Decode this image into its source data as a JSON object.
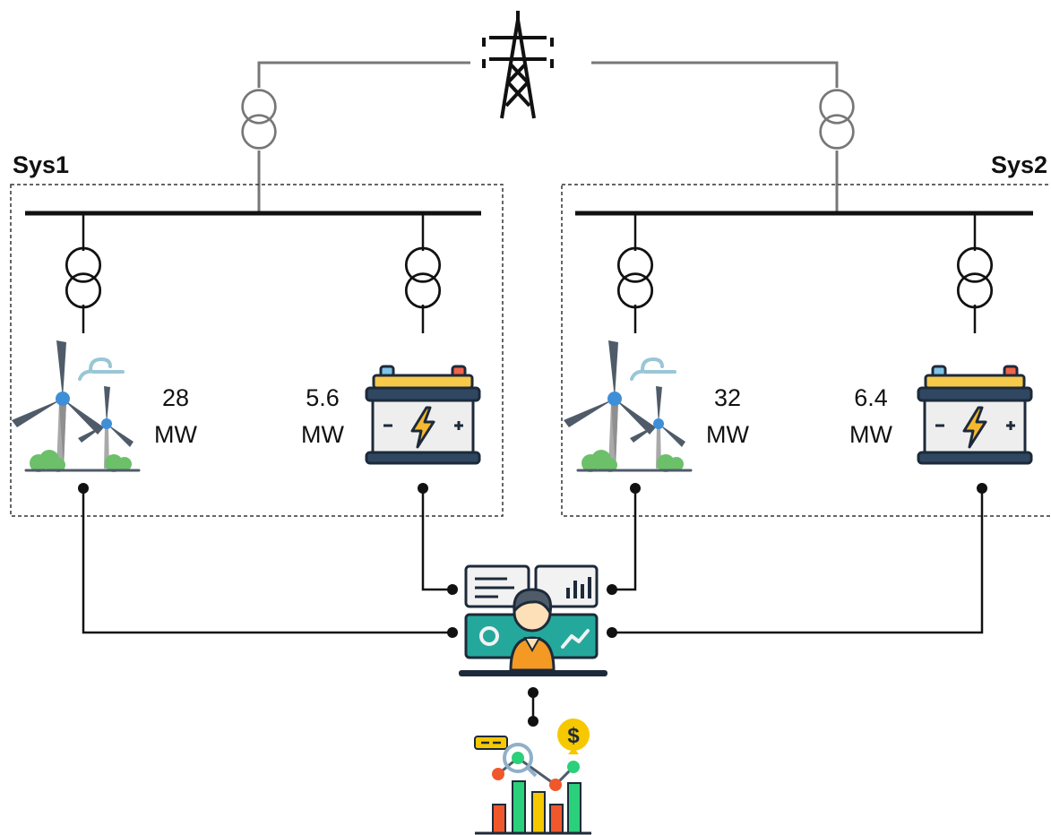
{
  "systems": [
    {
      "label": "Sys1",
      "wind": {
        "value": "28",
        "unit": "MW"
      },
      "battery": {
        "value": "5.6",
        "unit": "MW"
      }
    },
    {
      "label": "Sys2",
      "wind": {
        "value": "32",
        "unit": "MW"
      },
      "battery": {
        "value": "6.4",
        "unit": "MW"
      }
    }
  ],
  "icons": {
    "grid": "transmission-tower-icon",
    "transformer": "transformer-icon",
    "wind": "wind-turbine-icon",
    "battery": "battery-icon",
    "operator": "operator-workstation-icon",
    "analytics": "market-analytics-icon"
  },
  "colors": {
    "line": "#111111",
    "grid_line": "#777777",
    "battery_top": "#f6c94a",
    "battery_body": "#eeeeee",
    "battery_bolt": "#f5b82e",
    "screen_teal": "#25a89c",
    "operator_shirt": "#f49a24",
    "bar_red": "#f0582c",
    "bar_yellow": "#f6c800",
    "bar_green": "#2bd07a"
  }
}
